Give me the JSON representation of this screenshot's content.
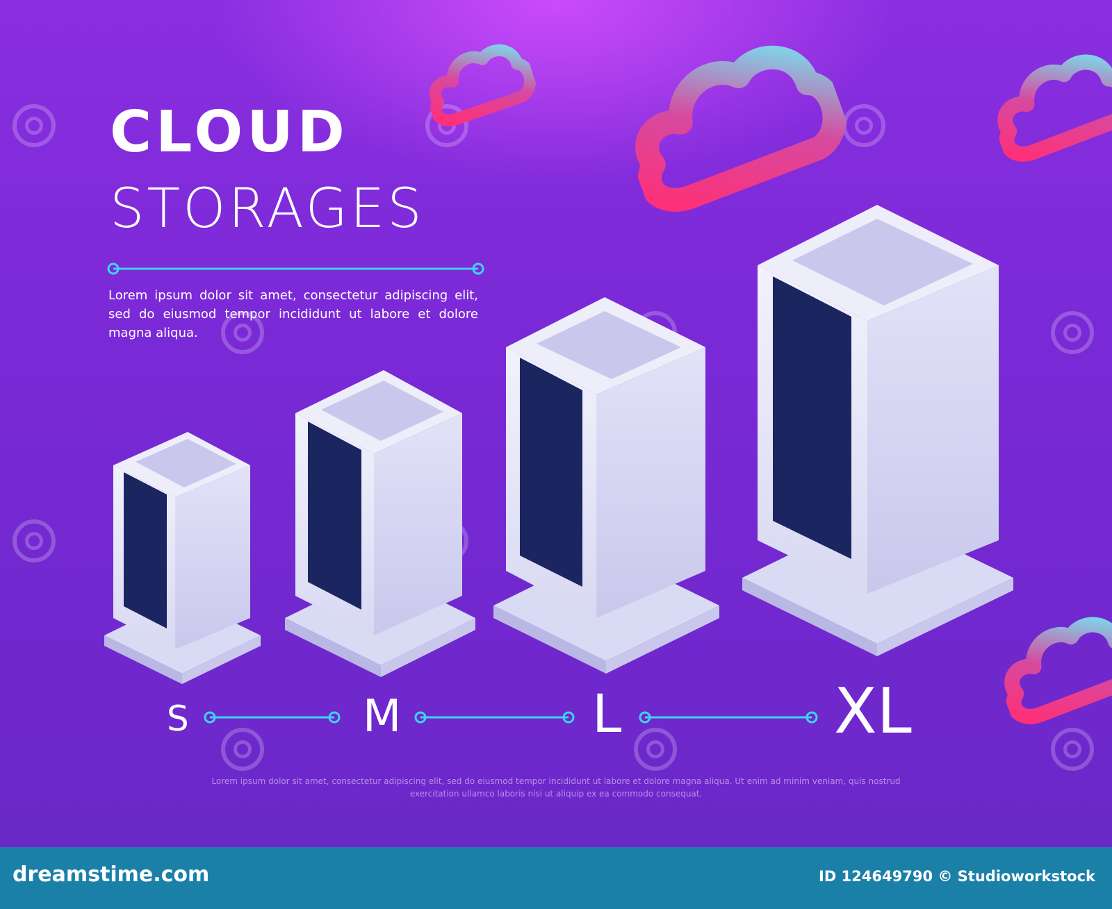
{
  "headline": {
    "line1": "CLOUD",
    "line2": "STORAGES"
  },
  "description": "Lorem ipsum dolor sit amet, consectetur adipiscing elit, sed do eiusmod tempor incididunt ut labore et dolore magna aliqua.",
  "sizes": [
    "S",
    "M",
    "L",
    "XL"
  ],
  "footnote": "Lorem ipsum dolor sit amet, consectetur adipiscing elit, sed do eiusmod tempor incididunt ut labore et dolore magna aliqua. Ut enim ad minim veniam, quis nostrud exercitation ullamco laboris nisi ut aliquip ex ea commodo consequat.",
  "footer": {
    "brand": "dreamstime.com",
    "credit": "ID 124649790 © Studioworkstock"
  },
  "watermark_text": "dreamstime",
  "icons": [
    "cloud-icon",
    "server-rack-icon",
    "connector-line-icon",
    "dreamstime-logo-icon"
  ],
  "colors": {
    "background": "#7a29d6",
    "accent_line": "#3fd3f0",
    "server_panel": "#e6e7f8",
    "server_screen": "#1b2660",
    "screen_dots": "#37d8d8",
    "cloud_pink": "#ff3d7f",
    "cloud_cyan": "#6ee7f0",
    "footer_bar": "#1b80a8"
  }
}
